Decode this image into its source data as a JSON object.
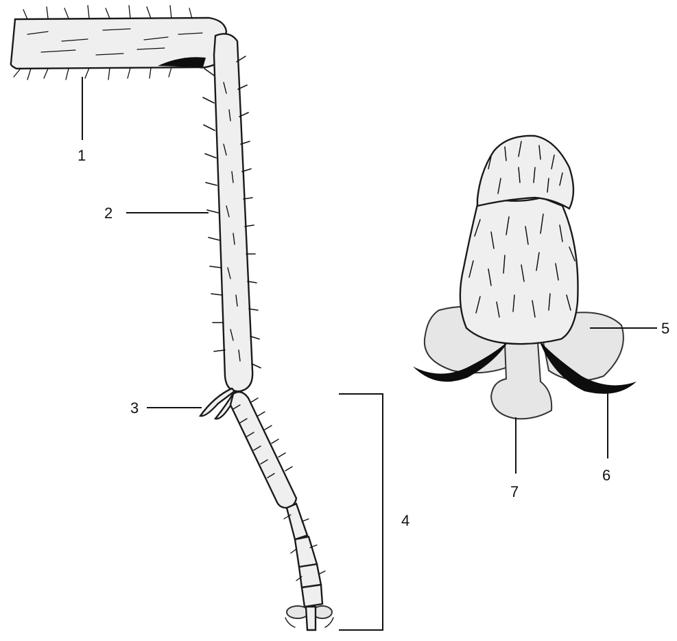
{
  "labels": {
    "l1": "1",
    "l2": "2",
    "l3": "3",
    "l4": "4",
    "l5": "5",
    "l6": "6",
    "l7": "7"
  },
  "colors": {
    "ink": "#111111",
    "fill": "#efefef",
    "stipple": "#777777",
    "claw": "#0d0d0d"
  }
}
